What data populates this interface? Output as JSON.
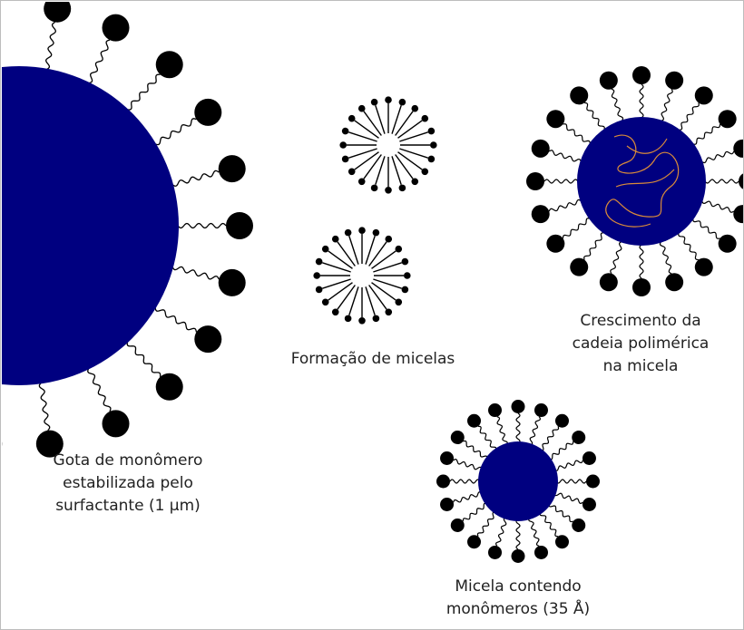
{
  "labels": {
    "droplet": [
      "Gota de monômero",
      "estabilizada pelo",
      "surfactante (1 µm)"
    ],
    "micelle_formation": "Formação de micelas",
    "growth": [
      "Crescimento da",
      "cadeia polimérica",
      "na micela"
    ],
    "monomer_micelle": [
      "Micela contendo",
      "monômeros (35 Å)"
    ]
  },
  "colors": {
    "core": "#000080",
    "head": "#000000",
    "tail": "#000000",
    "polymer_chain": "#d98b3a",
    "frame_border": "#bdbdbd",
    "text": "#222222"
  }
}
